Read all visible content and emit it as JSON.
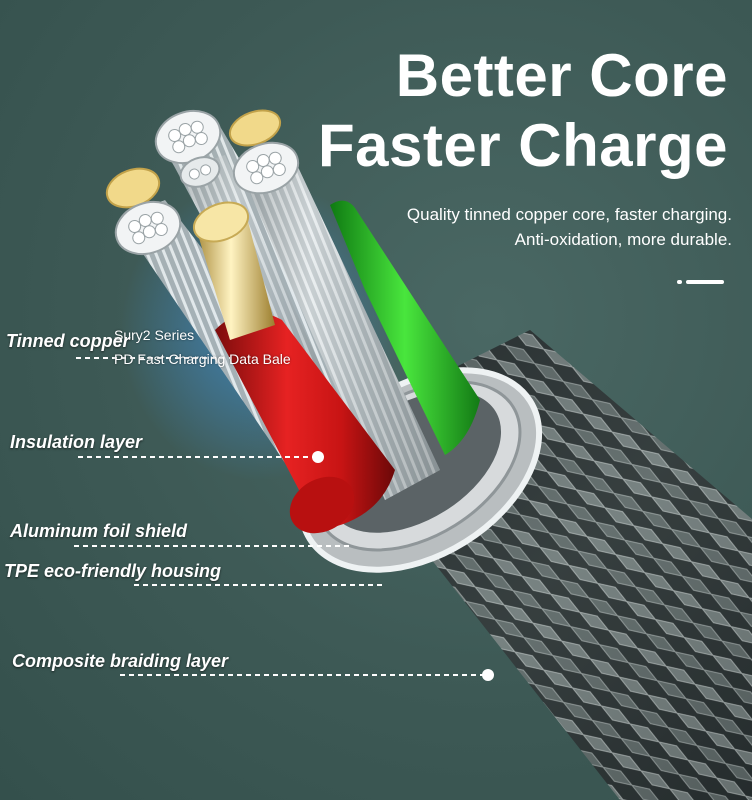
{
  "headline": {
    "line1": "Better Core",
    "line2": "Faster Charge"
  },
  "subtitle": {
    "line1": "Quality tinned copper core, faster charging.",
    "line2": "Anti-oxidation, more durable."
  },
  "overlay": {
    "line1": "Sury2 Series",
    "line2": "PD Fast Charging Data Bale"
  },
  "callouts": {
    "tinned_copper": "Tinned copper",
    "insulation": "Insulation layer",
    "foil": "Aluminum foil shield",
    "tpe": "TPE eco-friendly housing",
    "braid": "Composite braiding layer"
  },
  "colors": {
    "background": "#3e5a57",
    "red_wire": "#d01818",
    "green_wire": "#2fd12b",
    "silver": "#c9cdcf",
    "copper_tip": "#f1d98a"
  }
}
